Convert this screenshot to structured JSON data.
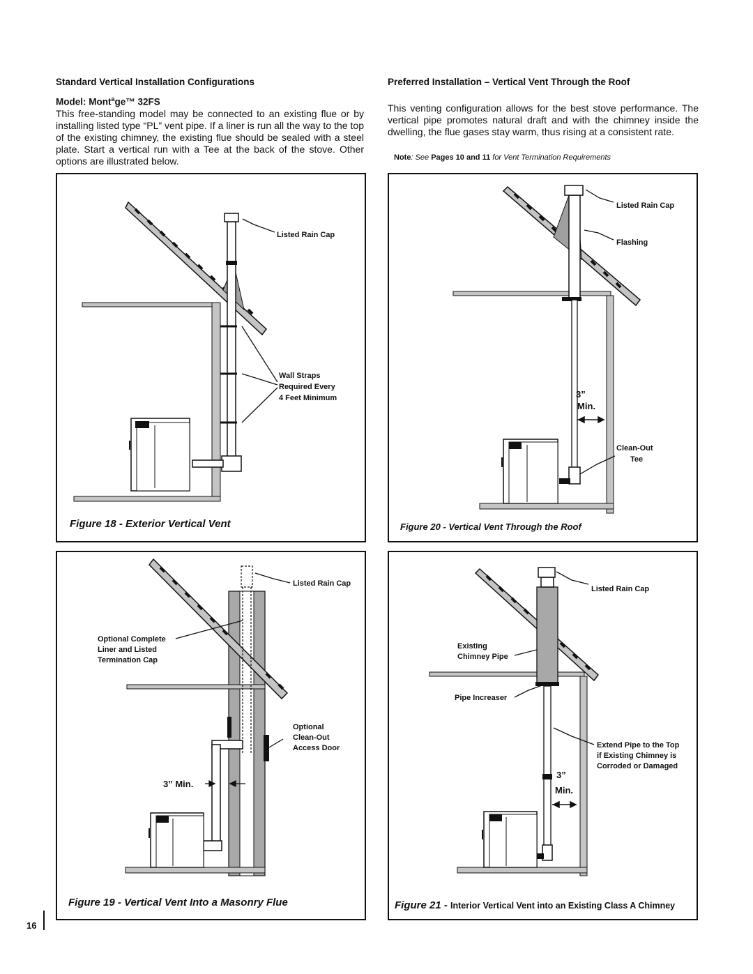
{
  "left_header": {
    "title": "Standard Vertical Installation Configurations",
    "model_prefix": "Model: Mont",
    "model_sup": "a",
    "model_suffix": "ge™ 32FS",
    "paragraph": "This free-standing model may be connected to an existing flue or by installing listed type “PL” vent pipe. If a liner is run all the way to the top of the existing chimney, the existing flue should be sealed with a steel plate. Start a vertical run with a Tee at the back of the stove. Other options are illustrated below."
  },
  "right_header": {
    "title": "Preferred Installation – Vertical Vent Through the Roof",
    "paragraph": "This venting configuration allows for the best stove performance. The vertical pipe promotes natural draft and with the chimney inside the dwelling, the flue gases stay warm, thus rising at a consistent rate.",
    "note_label": "Note",
    "note_text1": ": See ",
    "note_pages": "Pages 10 and 11",
    "note_text2": " for Vent Termination Requirements"
  },
  "figure18": {
    "caption": "Figure 18 - Exterior Vertical Vent",
    "labels": {
      "rain_cap": "Listed Rain Cap",
      "straps1": "Wall Straps",
      "straps2": "Required Every",
      "straps3": "4 Feet Minimum"
    }
  },
  "figure19": {
    "caption": "Figure 19 - Vertical Vent Into a Masonry Flue",
    "labels": {
      "rain_cap": "Listed Rain Cap",
      "liner1": "Optional Complete",
      "liner2": "Liner and Listed",
      "liner3": "Termination Cap",
      "door1": "Optional",
      "door2": "Clean-Out",
      "door3": "Access Door",
      "min": "3” Min."
    }
  },
  "figure20": {
    "caption_prefix": "Figure 20 - ",
    "caption_text": "Vertical Vent Through the Roof",
    "labels": {
      "rain_cap": "Listed Rain Cap",
      "flashing": "Flashing",
      "min1": "3”",
      "min2": "Min.",
      "cleanout1": "Clean-Out",
      "cleanout2": "Tee"
    }
  },
  "figure21": {
    "caption_prefix": "Figure 21 - ",
    "caption_text": "Interior Vertical Vent into an Existing Class A Chimney",
    "labels": {
      "rain_cap": "Listed Rain Cap",
      "existing1": "Existing",
      "existing2": "Chimney Pipe",
      "increaser": "Pipe Increaser",
      "extend1": "Extend Pipe to the Top",
      "extend2": "if Existing Chimney is",
      "extend3": "Corroded or Damaged",
      "min1": "3”",
      "min2": "Min."
    }
  },
  "page_number": "16",
  "colors": {
    "roof_gray": "#b5b5b5",
    "ink": "#111111",
    "chimney_gray": "#a8a8a8"
  }
}
